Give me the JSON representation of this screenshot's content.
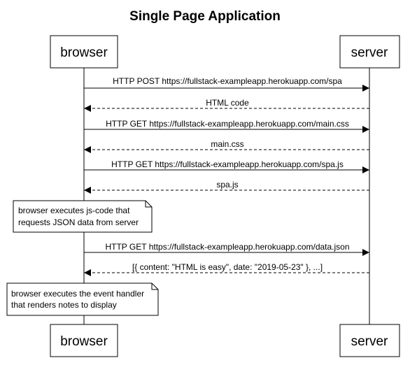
{
  "title": "Single Page Application",
  "participants": {
    "browser": "browser",
    "server": "server"
  },
  "messages": [
    {
      "label": "HTTP POST https://fullstack-exampleapp.herokuapp.com/spa",
      "from": "browser",
      "to": "server",
      "style": "solid"
    },
    {
      "label": "HTML code",
      "from": "server",
      "to": "browser",
      "style": "dashed"
    },
    {
      "label": "HTTP GET https://fullstack-exampleapp.herokuapp.com/main.css",
      "from": "browser",
      "to": "server",
      "style": "solid"
    },
    {
      "label": "main.css",
      "from": "server",
      "to": "browser",
      "style": "dashed"
    },
    {
      "label": "HTTP GET https://fullstack-exampleapp.herokuapp.com/spa.js",
      "from": "browser",
      "to": "server",
      "style": "solid"
    },
    {
      "label": "spa.js",
      "from": "server",
      "to": "browser",
      "style": "dashed"
    },
    {
      "label": "HTTP GET https://fullstack-exampleapp.herokuapp.com/data.json",
      "from": "browser",
      "to": "server",
      "style": "solid"
    },
    {
      "label": "[{ content: \"HTML is easy\", date: \"2019-05-23\" }, ...]",
      "from": "server",
      "to": "browser",
      "style": "dashed"
    }
  ],
  "notes": [
    {
      "lines": [
        "browser executes js-code that",
        "requests JSON data from server"
      ],
      "over": "browser"
    },
    {
      "lines": [
        "browser executes the event handler",
        "that renders notes to display"
      ],
      "over": "browser"
    }
  ]
}
